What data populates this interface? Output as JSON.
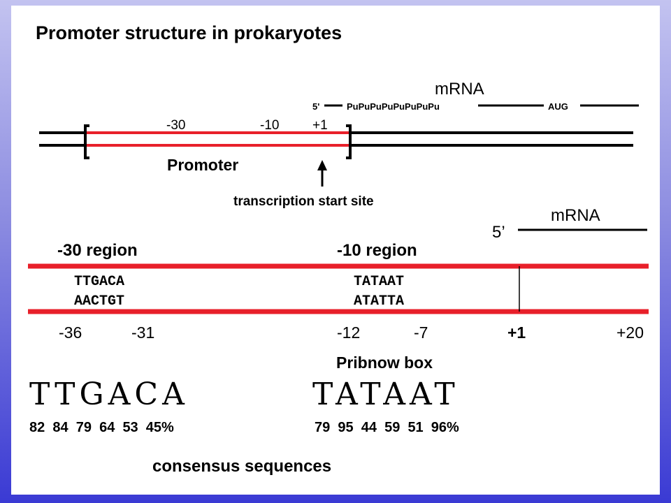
{
  "title": "Promoter structure in prokaryotes",
  "overview": {
    "positions": [
      "-30",
      "-10",
      "+1"
    ],
    "five_prime": "5'",
    "mrna_label": "mRNA",
    "purine_run": "PuPuPuPuPuPuPuPu",
    "start_codon": "AUG",
    "promoter_label": "Promoter",
    "start_site_label": "transcription start site"
  },
  "detail": {
    "five_prime": "5’",
    "mrna_label": "mRNA",
    "region_30_label": "-30 region",
    "region_10_label": "-10 region",
    "region_30_top": "TTGACA",
    "region_30_bottom": "AACTGT",
    "region_10_top": "TATAAT",
    "region_10_bottom": "ATATTA",
    "positions": [
      "-36",
      "-31",
      "-12",
      "-7",
      "+1",
      "+20"
    ],
    "pribnow_label": "Pribnow box"
  },
  "consensus": {
    "seq_30": "TTGACA",
    "pct_30": "82  84  79  64  53  45%",
    "seq_10": "TATAAT",
    "pct_10": "79  95  44  59  51  96%",
    "caption": "consensus sequences"
  },
  "colors": {
    "promoter_red": "#e8202a",
    "dna_black": "#000000"
  }
}
